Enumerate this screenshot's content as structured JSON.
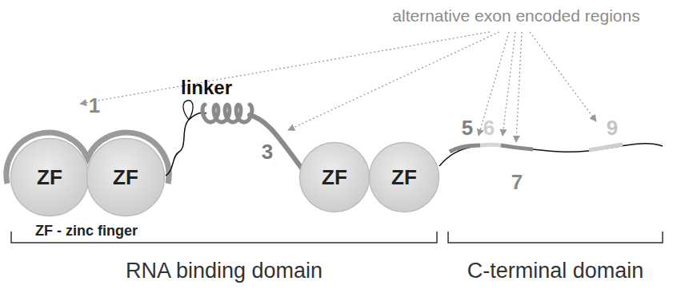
{
  "diagram": {
    "nodes": [
      {
        "text": [
          "ZF"
        ]
      },
      {
        "text": [
          "ZF"
        ]
      },
      {
        "text": [
          "ZF"
        ]
      },
      {
        "text": [
          "ZF"
        ]
      }
    ],
    "labels": [
      "alternative exon encoded regions",
      "linker",
      "1",
      "3",
      "5",
      "6",
      "7",
      "9",
      "ZF - zinc finger",
      "RNA binding domain",
      "C-terminal domain"
    ]
  }
}
